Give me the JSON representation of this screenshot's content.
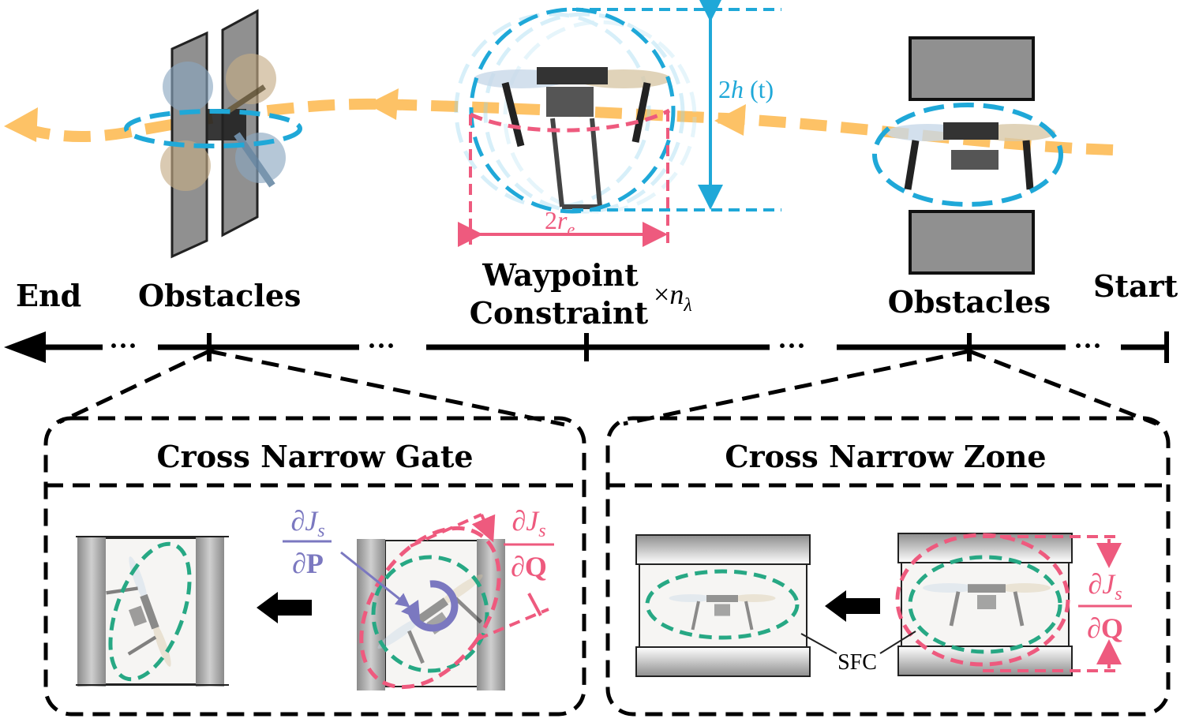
{
  "timeline": {
    "end": "End",
    "start": "Start",
    "dots": "···"
  },
  "labels": {
    "obstacles_left": "Obstacles",
    "obstacles_right": "Obstacles",
    "waypoint_line1": "Waypoint",
    "waypoint_line2": "Constraint",
    "multiplier_times": "×",
    "multiplier_n": "n",
    "multiplier_sub": "λ",
    "height_2": "2",
    "height_h": "h",
    "height_t": " (t)",
    "radius_2": "2",
    "radius_r": "r",
    "radius_sub": "e"
  },
  "panels": {
    "gate_title": "Cross Narrow Gate",
    "zone_title": "Cross Narrow Zone",
    "sfc": "SFC"
  },
  "gradients": {
    "d": "∂",
    "J": "J",
    "s": "s",
    "P": "P",
    "Q": "Q"
  },
  "colors": {
    "trajectory": "#FDC266",
    "cyan": "#1FA8D8",
    "pink": "#EE5A7E",
    "green": "#27A884",
    "purple": "#7B78C0",
    "obstacle": "#909090"
  },
  "icons": [
    "drone-icon",
    "arrow-left-icon",
    "rotate-arrow-icon"
  ]
}
